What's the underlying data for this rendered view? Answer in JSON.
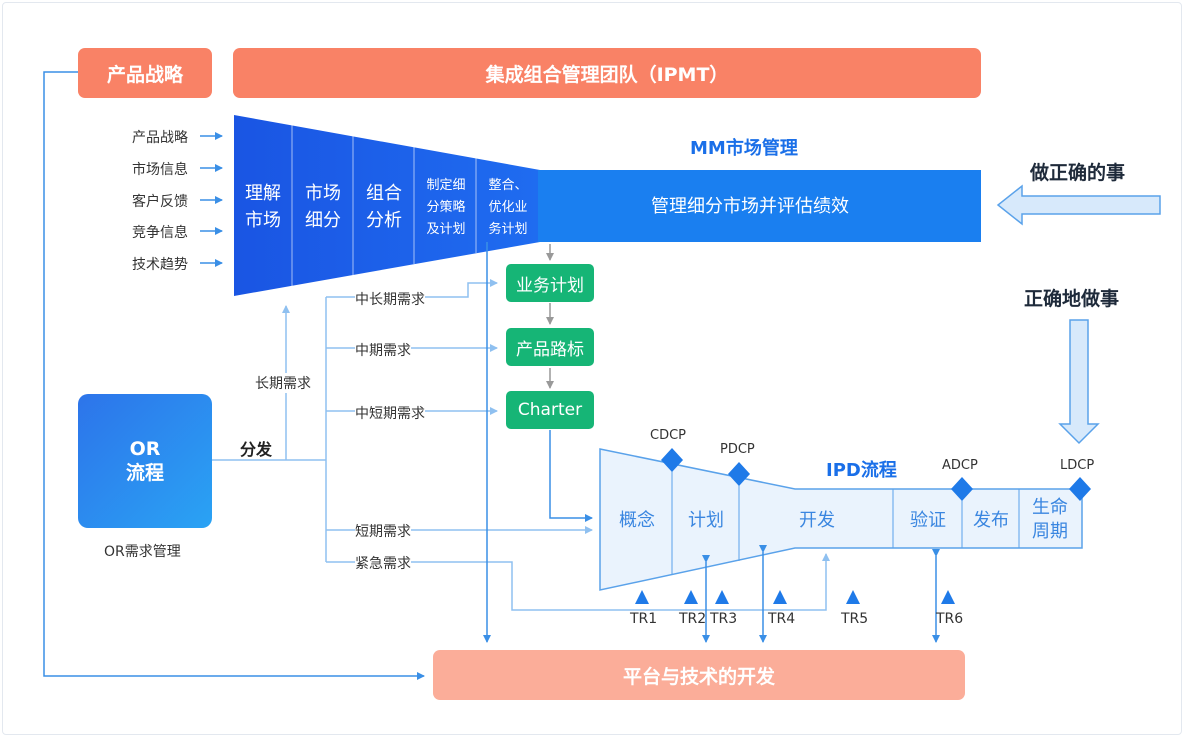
{
  "header": {
    "product_strategy": "产品战略",
    "ipmt": "集成组合管理团队（IPMT）"
  },
  "inputs": [
    "产品战略",
    "市场信息",
    "客户反馈",
    "竞争信息",
    "技术趋势"
  ],
  "funnel": {
    "stages": [
      "理解市场",
      "市场细分",
      "组合分析",
      "制定细分策略及计划",
      "整合、优化业务计划"
    ],
    "stage_lines": [
      [
        "理解",
        "市场"
      ],
      [
        "市场",
        "细分"
      ],
      [
        "组合",
        "分析"
      ],
      [
        "制定细",
        "分策略",
        "及计划"
      ],
      [
        "整合、",
        "优化业",
        "务计划"
      ]
    ],
    "bar_text": "管理细分市场并评估绩效",
    "title": "MM市场管理"
  },
  "right_labels": {
    "do_right_thing": "做正确的事",
    "do_thing_right": "正确地做事"
  },
  "green_boxes": [
    "业务计划",
    "产品路标",
    "Charter"
  ],
  "or_box": {
    "line1": "OR",
    "line2": "流程",
    "caption": "OR需求管理"
  },
  "dispatch": "分发",
  "demands": {
    "long": "长期需求",
    "mid_long": "中长期需求",
    "mid": "中期需求",
    "mid_short": "中短期需求",
    "short": "短期需求",
    "urgent": "紧急需求"
  },
  "ipd": {
    "title": "IPD流程",
    "stages": [
      "概念",
      "计划",
      "开发",
      "验证",
      "发布",
      "生命周期"
    ],
    "lifecycle_lines": [
      "生命",
      "周期"
    ],
    "milestones": [
      "CDCP",
      "PDCP",
      "ADCP",
      "LDCP"
    ],
    "tr": [
      "TR1",
      "TR2",
      "TR3",
      "TR4",
      "TR5",
      "TR6"
    ]
  },
  "platform": "平台与技术的开发",
  "colors": {
    "funnel_blue": "#1a5fe6",
    "bar_blue": "#1a7ff0",
    "orange": "#f98266",
    "salmon": "#fbad99",
    "green": "#16b576",
    "arrow_blue": "#3a8fe6",
    "ipd_fill": "#eaf3fd"
  }
}
